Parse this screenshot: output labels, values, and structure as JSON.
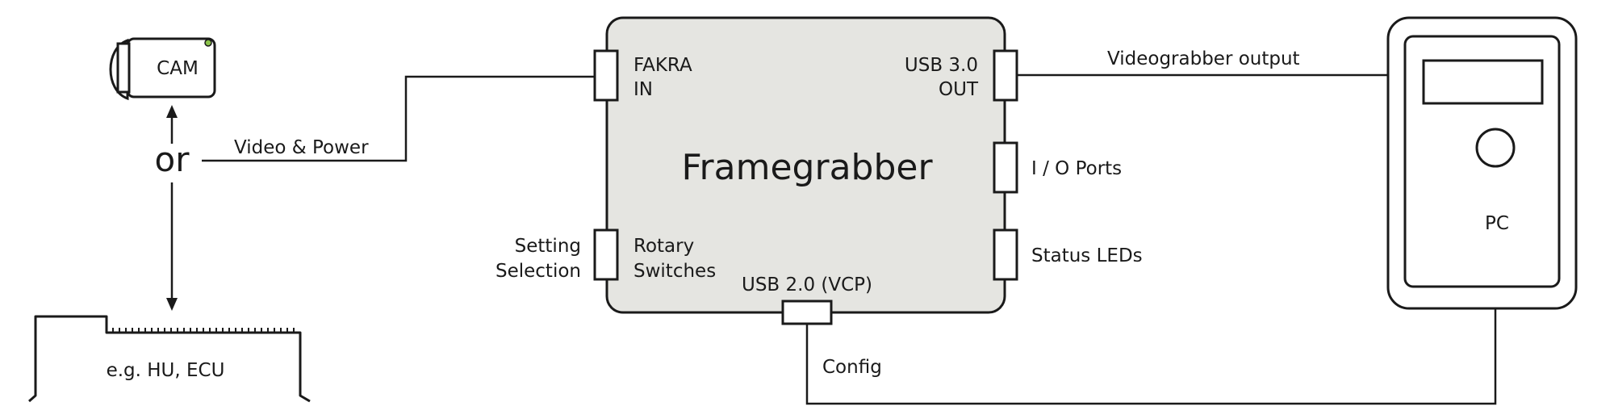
{
  "camera": {
    "label": "CAM"
  },
  "or_label": "or",
  "ecu": {
    "label": "e.g. HU, ECU"
  },
  "connections": {
    "video_power": "Video & Power",
    "videograbber_output": "Videograbber output",
    "config": "Config"
  },
  "framegrabber": {
    "title": "Framegrabber",
    "ports": {
      "fakra_in": [
        "FAKRA",
        "IN"
      ],
      "usb3_out": [
        "USB 3.0",
        "OUT"
      ],
      "io_ports": "I / O Ports",
      "rotary_switches": [
        "Rotary",
        "Switches"
      ],
      "setting_selection": [
        "Setting",
        "Selection"
      ],
      "status_leds": "Status LEDs",
      "usb2_vcp": "USB 2.0 (VCP)"
    }
  },
  "pc": {
    "label": "PC"
  },
  "colors": {
    "box_fill": "#e5e5e1",
    "stroke": "#1a1a1a",
    "camera_led": "#8bc34a"
  }
}
